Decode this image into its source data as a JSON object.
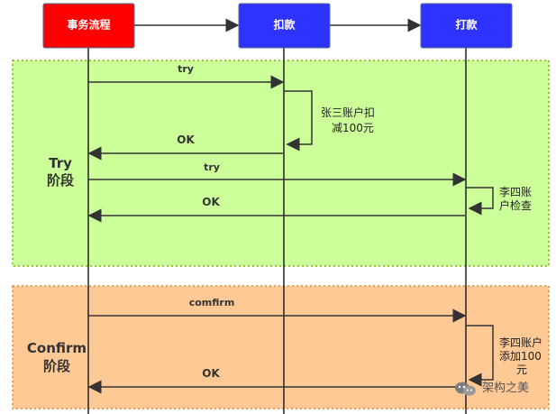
{
  "participants": {
    "process": "事务流程",
    "debit": "扣款",
    "credit": "打款"
  },
  "phases": {
    "try": {
      "line1": "Try",
      "line2": "阶段"
    },
    "confirm": {
      "line1": "Confirm",
      "line2": "阶段"
    }
  },
  "messages": {
    "try_to_debit": "try",
    "debit_ok": "OK",
    "try_to_credit": "try",
    "credit_ok": "OK",
    "confirm_to_credit": "comfirm",
    "confirm_ok": "OK"
  },
  "notes": {
    "debit_note": [
      "张三账户扣",
      "减100元"
    ],
    "credit_check_note": [
      "李四账",
      "户检查"
    ],
    "credit_add_note": [
      "李四账户",
      "添加100",
      "元"
    ]
  },
  "watermark": "架构之美",
  "colors": {
    "process_box": "#ff0000",
    "service_box": "#2f33ff",
    "try_phase": "#ccff99",
    "confirm_phase": "#ffc996",
    "arrow": "#333333"
  }
}
